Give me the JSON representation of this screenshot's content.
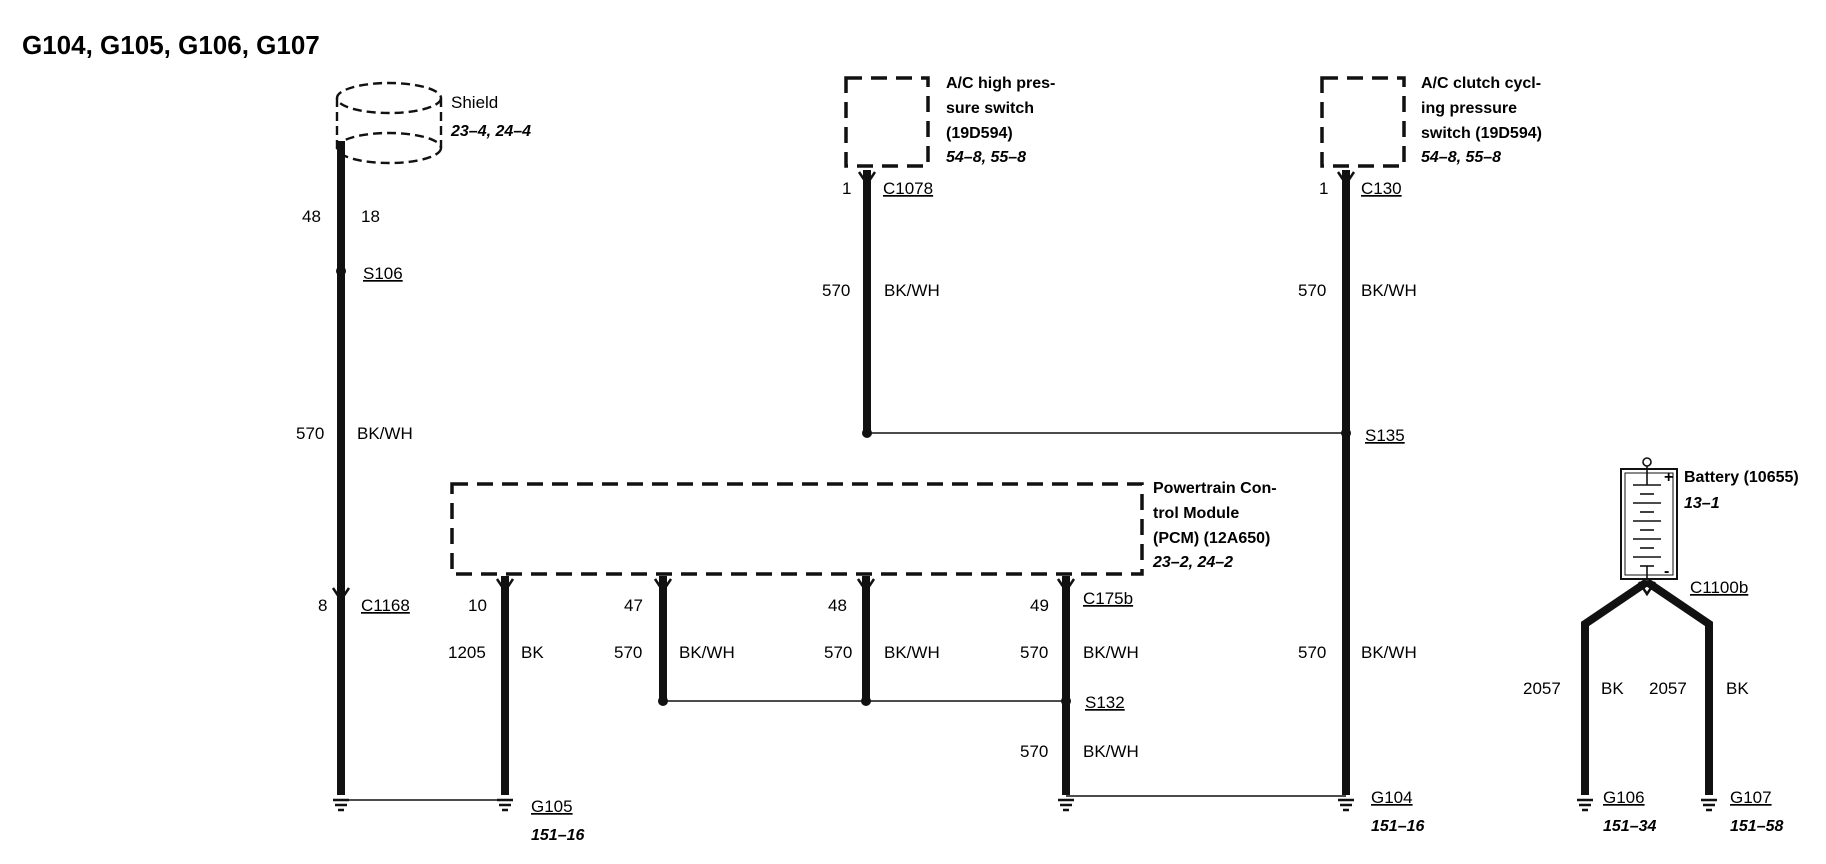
{
  "title": "G104, G105, G106, G107",
  "components": {
    "shield": {
      "name": "Shield",
      "ref": "23–4, 24–4"
    },
    "ac_high": {
      "name_lines": [
        "A/C high pres-",
        "sure switch",
        "(19D594)"
      ],
      "ref": "54–8, 55–8"
    },
    "ac_clutch": {
      "name_lines": [
        "A/C clutch cycl-",
        "ing pressure",
        "switch (19D594)"
      ],
      "ref": "54–8, 55–8"
    },
    "pcm": {
      "name_lines": [
        "Powertrain Con-",
        "trol Module",
        "(PCM) (12A650)"
      ],
      "ref": "23–2, 24–2"
    },
    "battery": {
      "name": "Battery (10655)",
      "ref": "13–1"
    }
  },
  "wires": {
    "w1": {
      "circuit": "48",
      "color": "18"
    },
    "w2": {
      "circuit": "570",
      "color": "BK/WH"
    },
    "ac_high_wire": {
      "circuit": "570",
      "color": "BK/WH"
    },
    "ac_clutch_wire": {
      "circuit": "570",
      "color": "BK/WH"
    },
    "pcm10": {
      "circuit": "1205",
      "color": "BK"
    },
    "pcm47": {
      "circuit": "570",
      "color": "BK/WH"
    },
    "pcm48": {
      "circuit": "570",
      "color": "BK/WH"
    },
    "pcm49": {
      "circuit": "570",
      "color": "BK/WH"
    },
    "s132_down": {
      "circuit": "570",
      "color": "BK/WH"
    },
    "g104_wire": {
      "circuit": "570",
      "color": "BK/WH"
    },
    "bat_left": {
      "circuit": "2057",
      "color": "BK"
    },
    "bat_right": {
      "circuit": "2057",
      "color": "BK"
    }
  },
  "connectors": {
    "c1078": {
      "name": "C1078",
      "pin": "1"
    },
    "c130": {
      "name": "C130",
      "pin": "1"
    },
    "c1168": {
      "name": "C1168",
      "pin": "8"
    },
    "c175b": {
      "name": "C175b",
      "pins": [
        "10",
        "47",
        "48",
        "49"
      ]
    },
    "c1100b": {
      "name": "C1100b"
    }
  },
  "splices": {
    "s106": "S106",
    "s135": "S135",
    "s132": "S132"
  },
  "grounds": {
    "g105": {
      "name": "G105",
      "ref": "151–16"
    },
    "g104": {
      "name": "G104",
      "ref": "151–16"
    },
    "g106": {
      "name": "G106",
      "ref": "151–34"
    },
    "g107": {
      "name": "G107",
      "ref": "151–58"
    }
  },
  "battery_terminals": {
    "plus": "+",
    "minus": "-"
  }
}
